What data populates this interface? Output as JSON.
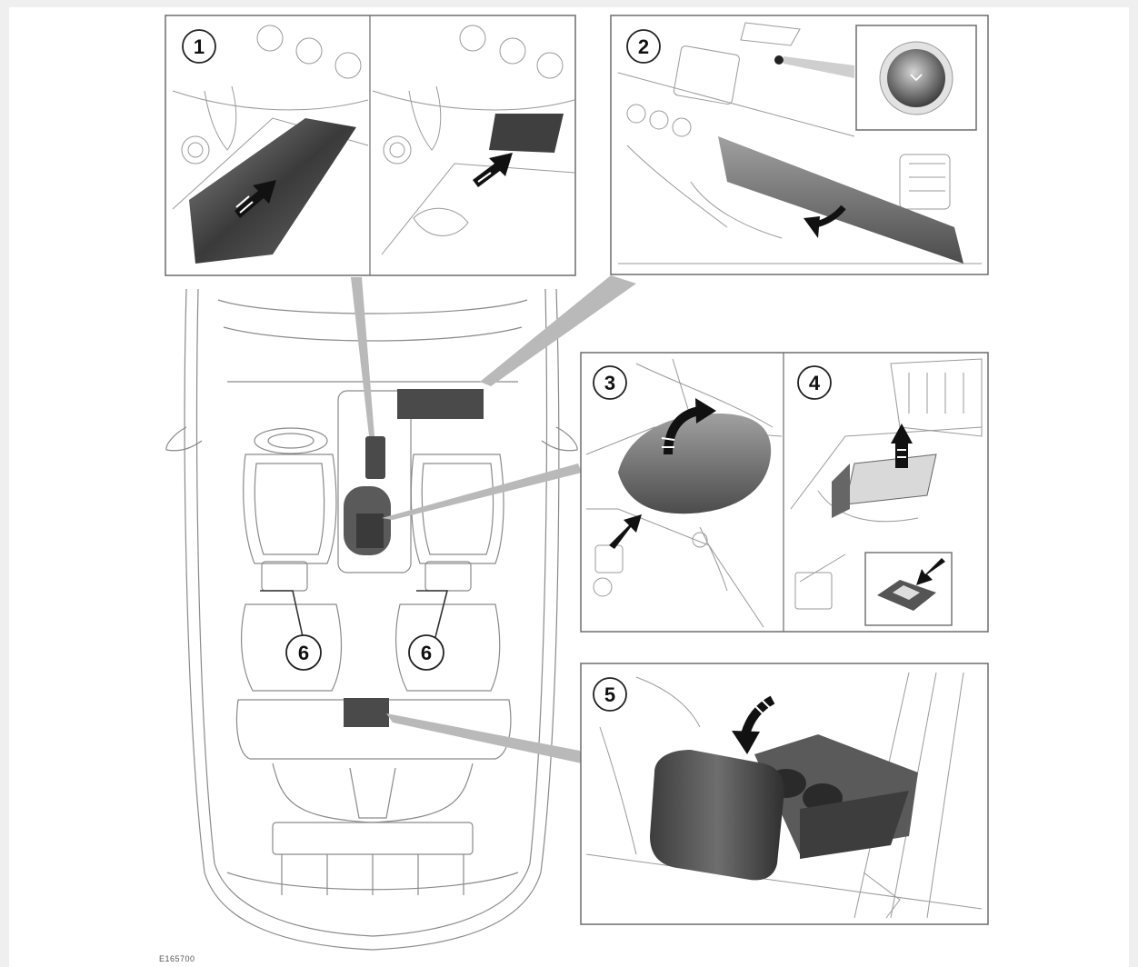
{
  "callouts": {
    "c1": "1",
    "c2": "2",
    "c3": "3",
    "c4": "4",
    "c5": "5",
    "c6_left": "6",
    "c6_right": "6"
  },
  "reference_code": "E165700",
  "colors": {
    "line": "#6d6d6d",
    "leader": "#b9b9b9",
    "panel_fill": "#ffffff",
    "dark_part": "#4a4a4a",
    "mid_part": "#7a7a7a"
  },
  "icons": [
    "arrow-up-icon",
    "arrow-curved-icon",
    "arrow-down-icon",
    "button-icon"
  ]
}
